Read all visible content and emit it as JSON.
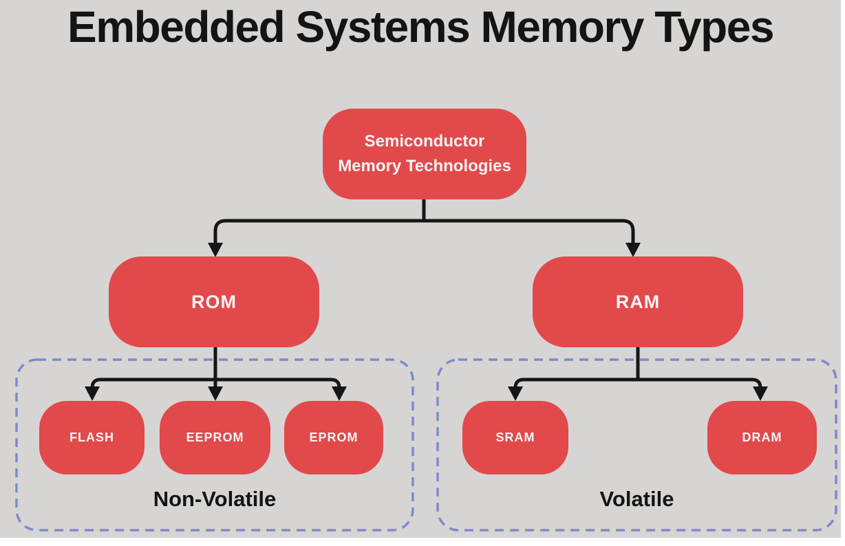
{
  "title": "Embedded Systems Memory Types",
  "nodes": {
    "root": "Semiconductor Memory Technologies",
    "rom": "ROM",
    "ram": "RAM",
    "flash": "FLASH",
    "eeprom": "EEPROM",
    "eprom": "EPROM",
    "sram": "SRAM",
    "dram": "DRAM"
  },
  "groups": {
    "left_label": "Non-Volatile",
    "right_label": "Volatile"
  },
  "colors": {
    "background": "#d6d5d3",
    "node": "#e2494b",
    "node_text": "#f9f4f4",
    "connector": "#161616",
    "group_border": "#7e89cc",
    "title_text": "#141414",
    "page_margin": "#ffffff"
  }
}
